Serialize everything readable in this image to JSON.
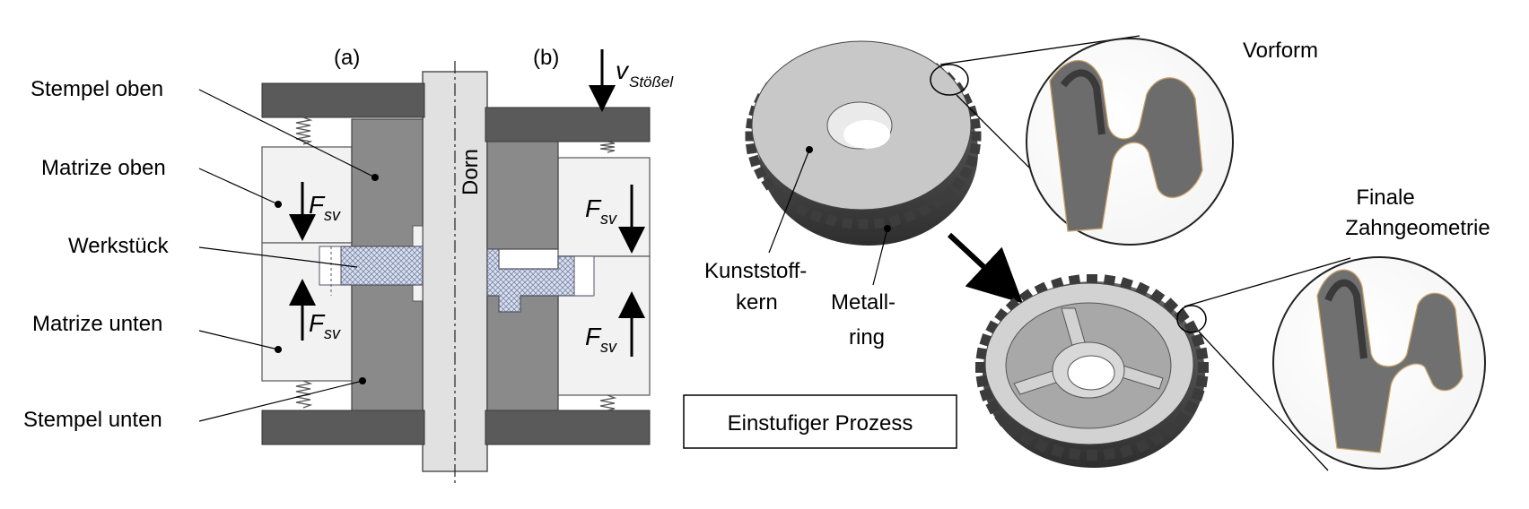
{
  "panel_a_label": "(a)",
  "panel_b_label": "(b)",
  "labels": {
    "stempel_oben": "Stempel oben",
    "matrize_oben": "Matrize oben",
    "werkstueck": "Werkstück",
    "matrize_unten": "Matrize unten",
    "stempel_unten": "Stempel unten",
    "dorn": "Dorn"
  },
  "force": {
    "symbol": "F",
    "subscript": "sv"
  },
  "velocity": {
    "symbol": "v",
    "subscript": "Stößel"
  },
  "gear_labels": {
    "kunststoffkern_line1": "Kunststoff-",
    "kunststoffkern_line2": "kern",
    "metallring_line1": "Metall-",
    "metallring_line2": "ring"
  },
  "process_box": "Einstufiger Prozess",
  "detail_labels": {
    "vorform": "Vorform",
    "finale_line1": "Finale",
    "finale_line2": "Zahngeometrie"
  },
  "colors": {
    "dark_gray": "#5a5a5a",
    "mid_gray": "#8a8a8a",
    "light_gray": "#f2f2f2",
    "dorn_gray": "#e1e1e1",
    "workpiece_blue": "#cfd8e8"
  }
}
